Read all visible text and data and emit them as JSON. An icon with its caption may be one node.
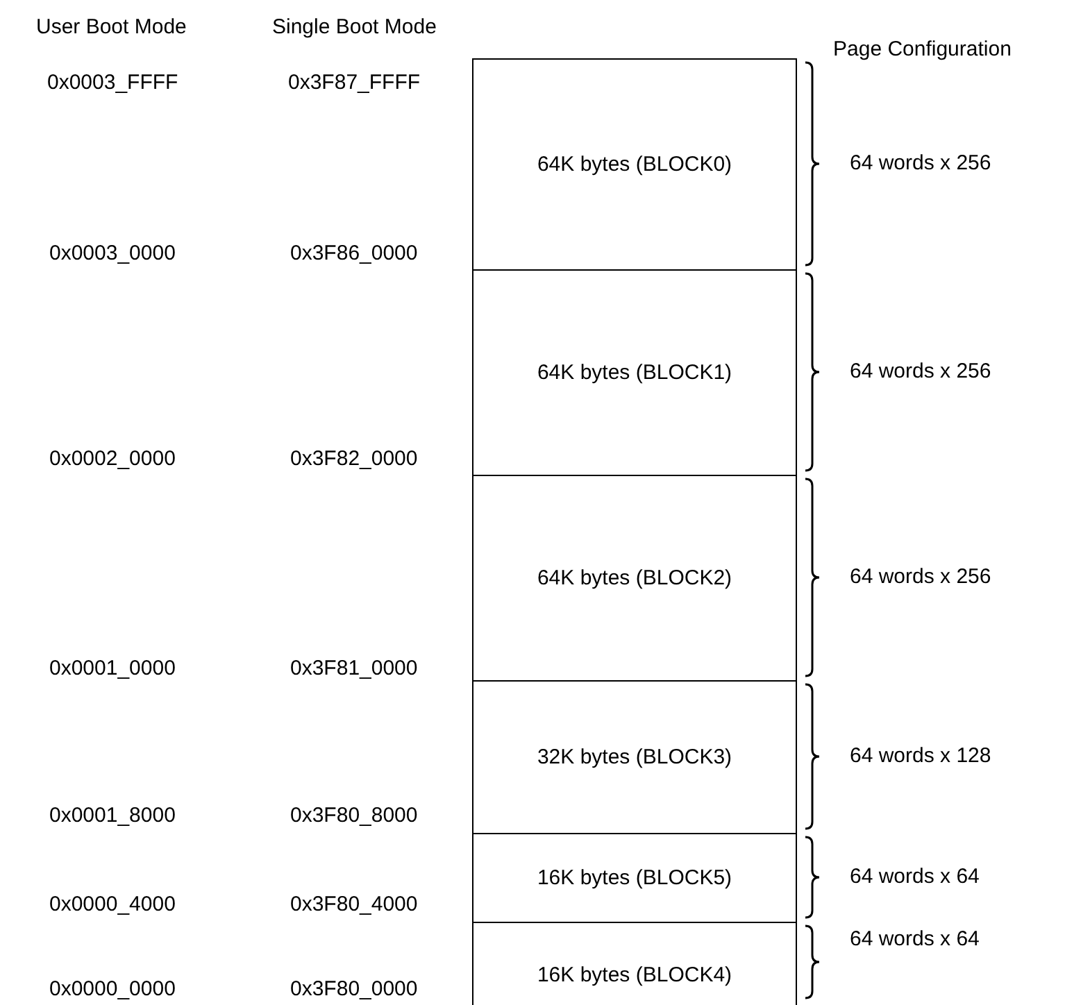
{
  "diagram": {
    "nodes": [
      {
        "text": [
          "64K bytes (BLOCK0)"
        ],
        "beside": [
          "64 words x 256"
        ]
      },
      {
        "text": [
          "64K bytes (BLOCK1)"
        ],
        "beside": [
          "64 words x 256"
        ]
      },
      {
        "text": [
          "64K bytes (BLOCK2)"
        ],
        "beside": [
          "64 words x 256"
        ]
      },
      {
        "text": [
          "32K bytes (BLOCK3)"
        ],
        "beside": [
          "64 words x 128"
        ]
      },
      {
        "text": [
          "16K bytes (BLOCK5)"
        ],
        "beside": [
          "64 words x 64"
        ]
      },
      {
        "text": [
          "16K bytes (BLOCK4)"
        ],
        "beside": [
          "64 words x 64"
        ]
      }
    ],
    "labels": [
      "User Boot Mode",
      "Single Boot Mode",
      "Page Configuration",
      "0x0003_FFFF",
      "0x3F87_FFFF",
      "0x0003_0000",
      "0x3F86_0000",
      "0x0002_0000",
      "0x3F82_0000",
      "0x0001_0000",
      "0x3F81_0000",
      "0x0001_8000",
      "0x3F80_8000",
      "0x0000_4000",
      "0x3F80_4000",
      "0x0000_0000",
      "0x3F80_0000"
    ]
  }
}
